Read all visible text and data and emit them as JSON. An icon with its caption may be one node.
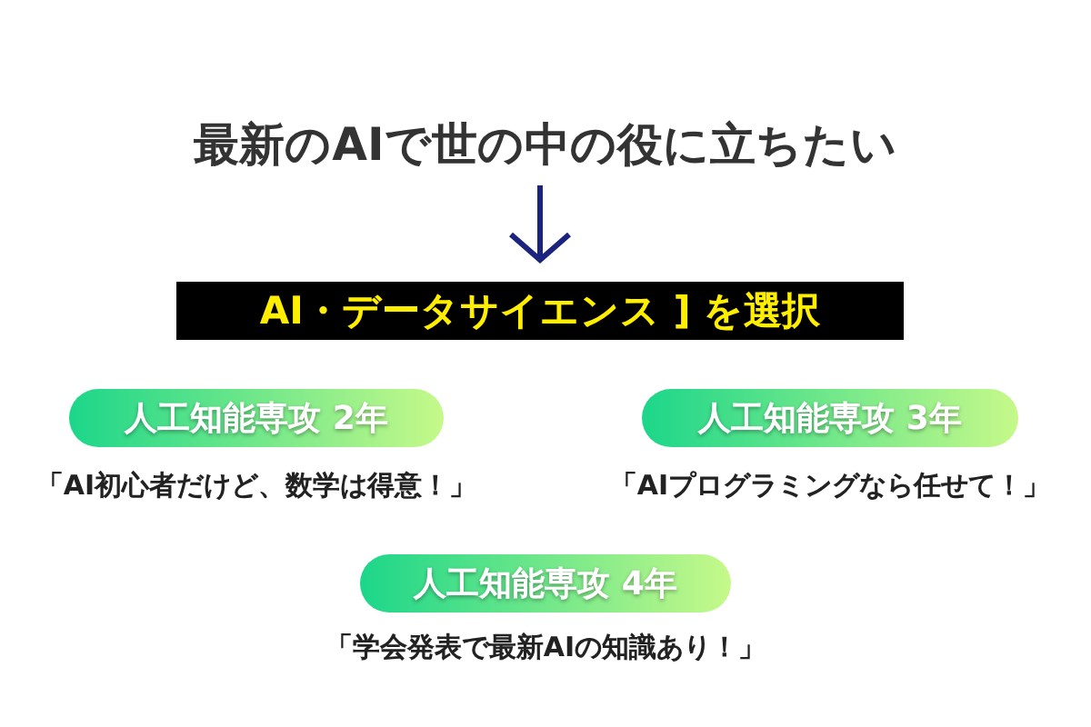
{
  "diagram": {
    "nodes": [
      {
        "text": [
          "最新のAIで世の中の役に立ちたい"
        ]
      },
      {
        "text": [
          "AI・データサイエンス ] を選択"
        ]
      },
      {
        "text": [
          "人工知能専攻 2年"
        ],
        "beside": [
          "「AI初心者だけど、数学は得意！」"
        ]
      },
      {
        "text": [
          "人工知能専攻 3年"
        ],
        "beside": [
          "「AIプログラミングなら任せて！」"
        ]
      },
      {
        "text": [
          "人工知能専攻 4年"
        ],
        "beside": [
          "「学会発表で最新AIの知識あり！」"
        ]
      }
    ],
    "edges": [
      {
        "from": 0,
        "to": 1,
        "arrow": "to"
      }
    ]
  }
}
